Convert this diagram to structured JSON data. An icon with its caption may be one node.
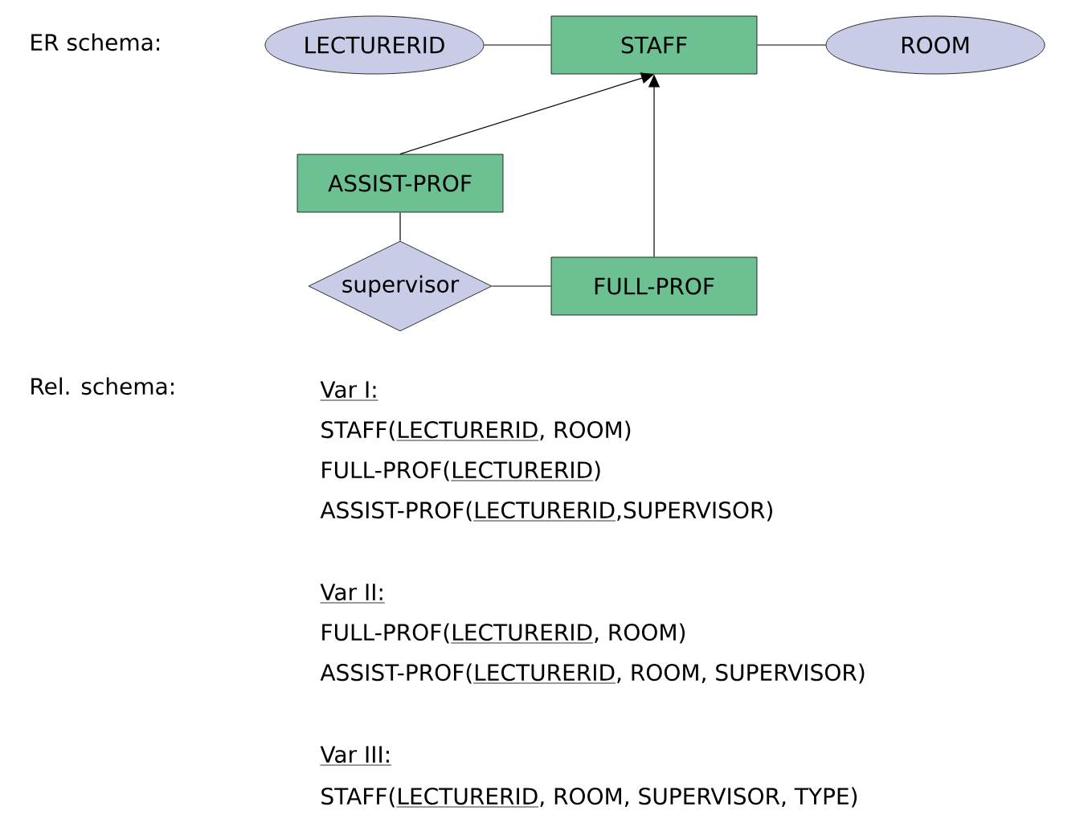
{
  "diagram": {
    "nodes": [
      {
        "text": [
          "LECTURERID"
        ]
      },
      {
        "text": [
          "STAFF"
        ]
      },
      {
        "text": [
          "ROOM"
        ]
      },
      {
        "text": [
          "ASSIST-PROF"
        ]
      },
      {
        "text": [
          "supervisor"
        ]
      },
      {
        "text": [
          "FULL-PROF"
        ]
      }
    ],
    "edges": [
      {
        "from": 0,
        "to": 1,
        "arrow": "none"
      },
      {
        "from": 1,
        "to": 2,
        "arrow": "none"
      },
      {
        "from": 3,
        "to": 1,
        "arrow": "to"
      },
      {
        "from": 5,
        "to": 1,
        "arrow": "to"
      },
      {
        "from": 3,
        "to": 4,
        "arrow": "none"
      },
      {
        "from": 4,
        "to": 5,
        "arrow": "none"
      }
    ],
    "labels": [
      "ER schema:",
      "Rel. schema:",
      "Var I:",
      "STAFF(",
      "LECTURERID",
      ", ROOM)",
      "FULL-PROF(",
      "LECTURERID",
      ")",
      "ASSIST-PROF(",
      "LECTURERID",
      ",SUPERVISOR)",
      "Var II:",
      "FULL-PROF(",
      "LECTURERID",
      ", ROOM)",
      "ASSIST-PROF(",
      "LECTURERID",
      ", ROOM, SUPERVISOR)",
      "Var III:",
      "STAFF(",
      "LECTURERID",
      ", ROOM, SUPERVISOR, TYPE)"
    ]
  }
}
